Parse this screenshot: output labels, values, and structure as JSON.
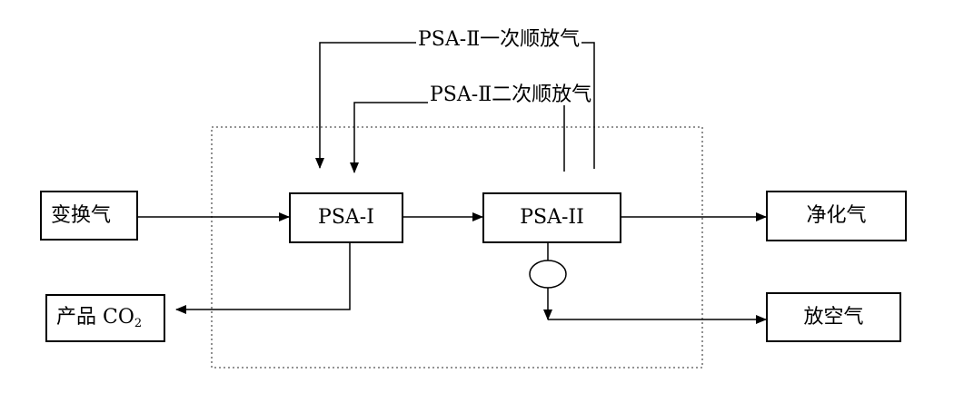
{
  "inputs": {
    "feed": "变换气"
  },
  "units": {
    "psa1": "PSA-I",
    "psa2": "PSA-II"
  },
  "outputs": {
    "product_prefix": "产品 CO",
    "product_sub": "2",
    "purified": "净化气",
    "vent": "放空气"
  },
  "streams": {
    "recycle_1": "PSA-Ⅱ一次顺放气",
    "recycle_2": "PSA-Ⅱ二次顺放气"
  }
}
